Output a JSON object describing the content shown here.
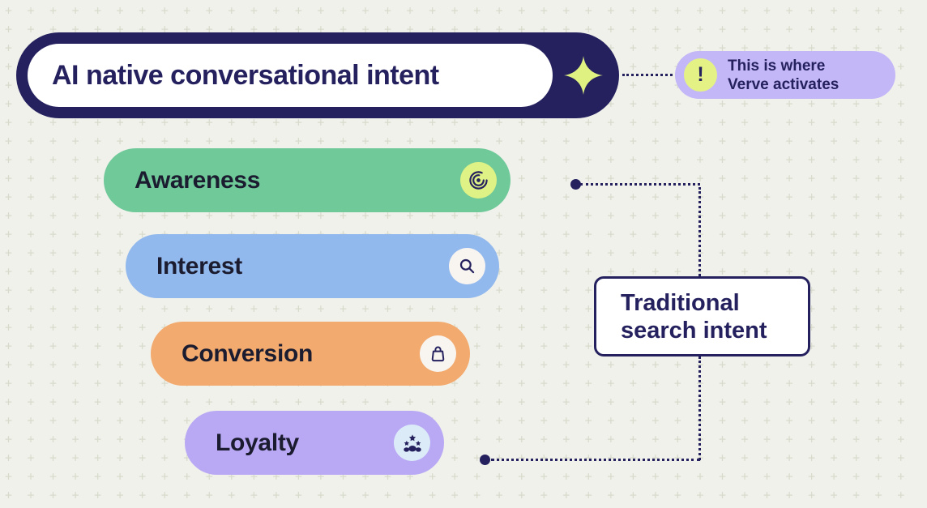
{
  "colors": {
    "navy": "#24215E",
    "background": "#F1F1EC",
    "plus_pattern": "#D7DBCB",
    "sparkle": "#DFF180",
    "callout_bg": "#C4B7F7",
    "alert_circle_bg": "#E4F285",
    "awareness_pill": "#6FC999",
    "awareness_icon_bg": "#DEF285",
    "interest_pill": "#92B9ED",
    "conversion_pill": "#F2AA6E",
    "loyalty_pill": "#B9A9F4",
    "light_icon_circle": "#F8F4F0",
    "loyalty_icon_bg": "#DCEBF8"
  },
  "header": {
    "title": "AI native conversational intent",
    "icon": "sparkle-icon"
  },
  "callout": {
    "alert": "!",
    "line1": "This is where",
    "line2": "Verve activates"
  },
  "funnel": {
    "stages": [
      {
        "label": "Awareness",
        "icon": "broadcast-icon"
      },
      {
        "label": "Interest",
        "icon": "search-icon"
      },
      {
        "label": "Conversion",
        "icon": "shopping-bag-icon"
      },
      {
        "label": "Loyalty",
        "icon": "community-stars-icon"
      }
    ]
  },
  "annotation": {
    "line1": "Traditional",
    "line2": "search intent"
  }
}
